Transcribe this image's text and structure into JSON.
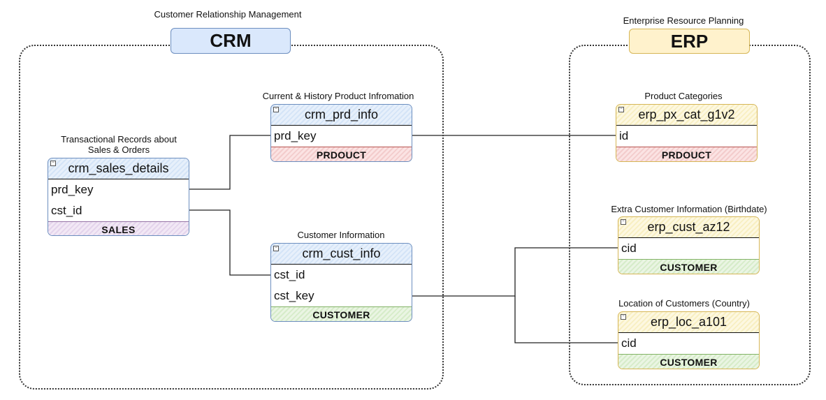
{
  "crm": {
    "caption": "Customer Relationship Management",
    "label": "CRM",
    "color": "#dae8fc"
  },
  "erp": {
    "caption": "Enterprise Resource Planning",
    "label": "ERP",
    "color": "#fff2cc"
  },
  "tables": {
    "sales": {
      "caption_line1": "Transactional Records about",
      "caption_line2": "Sales & Orders",
      "name": "crm_sales_details",
      "fields": [
        "prd_key",
        "cst_id"
      ],
      "tag": "SALES"
    },
    "prd": {
      "caption": "Current & History Product Infromation",
      "name": "crm_prd_info",
      "fields": [
        "prd_key"
      ],
      "tag": "PRDOUCT"
    },
    "cust": {
      "caption": "Customer Information",
      "name": "crm_cust_info",
      "fields": [
        "cst_id",
        "cst_key"
      ],
      "tag": "CUSTOMER"
    },
    "pxcat": {
      "caption": "Product Categories",
      "name": "erp_px_cat_g1v2",
      "fields": [
        "id"
      ],
      "tag": "PRDOUCT"
    },
    "custaz": {
      "caption": "Extra Customer Information (Birthdate)",
      "name": "erp_cust_az12",
      "fields": [
        "cid"
      ],
      "tag": "CUSTOMER"
    },
    "loc": {
      "caption": "Location of Customers (Country)",
      "name": "erp_loc_a101",
      "fields": [
        "cid"
      ],
      "tag": "CUSTOMER"
    }
  }
}
